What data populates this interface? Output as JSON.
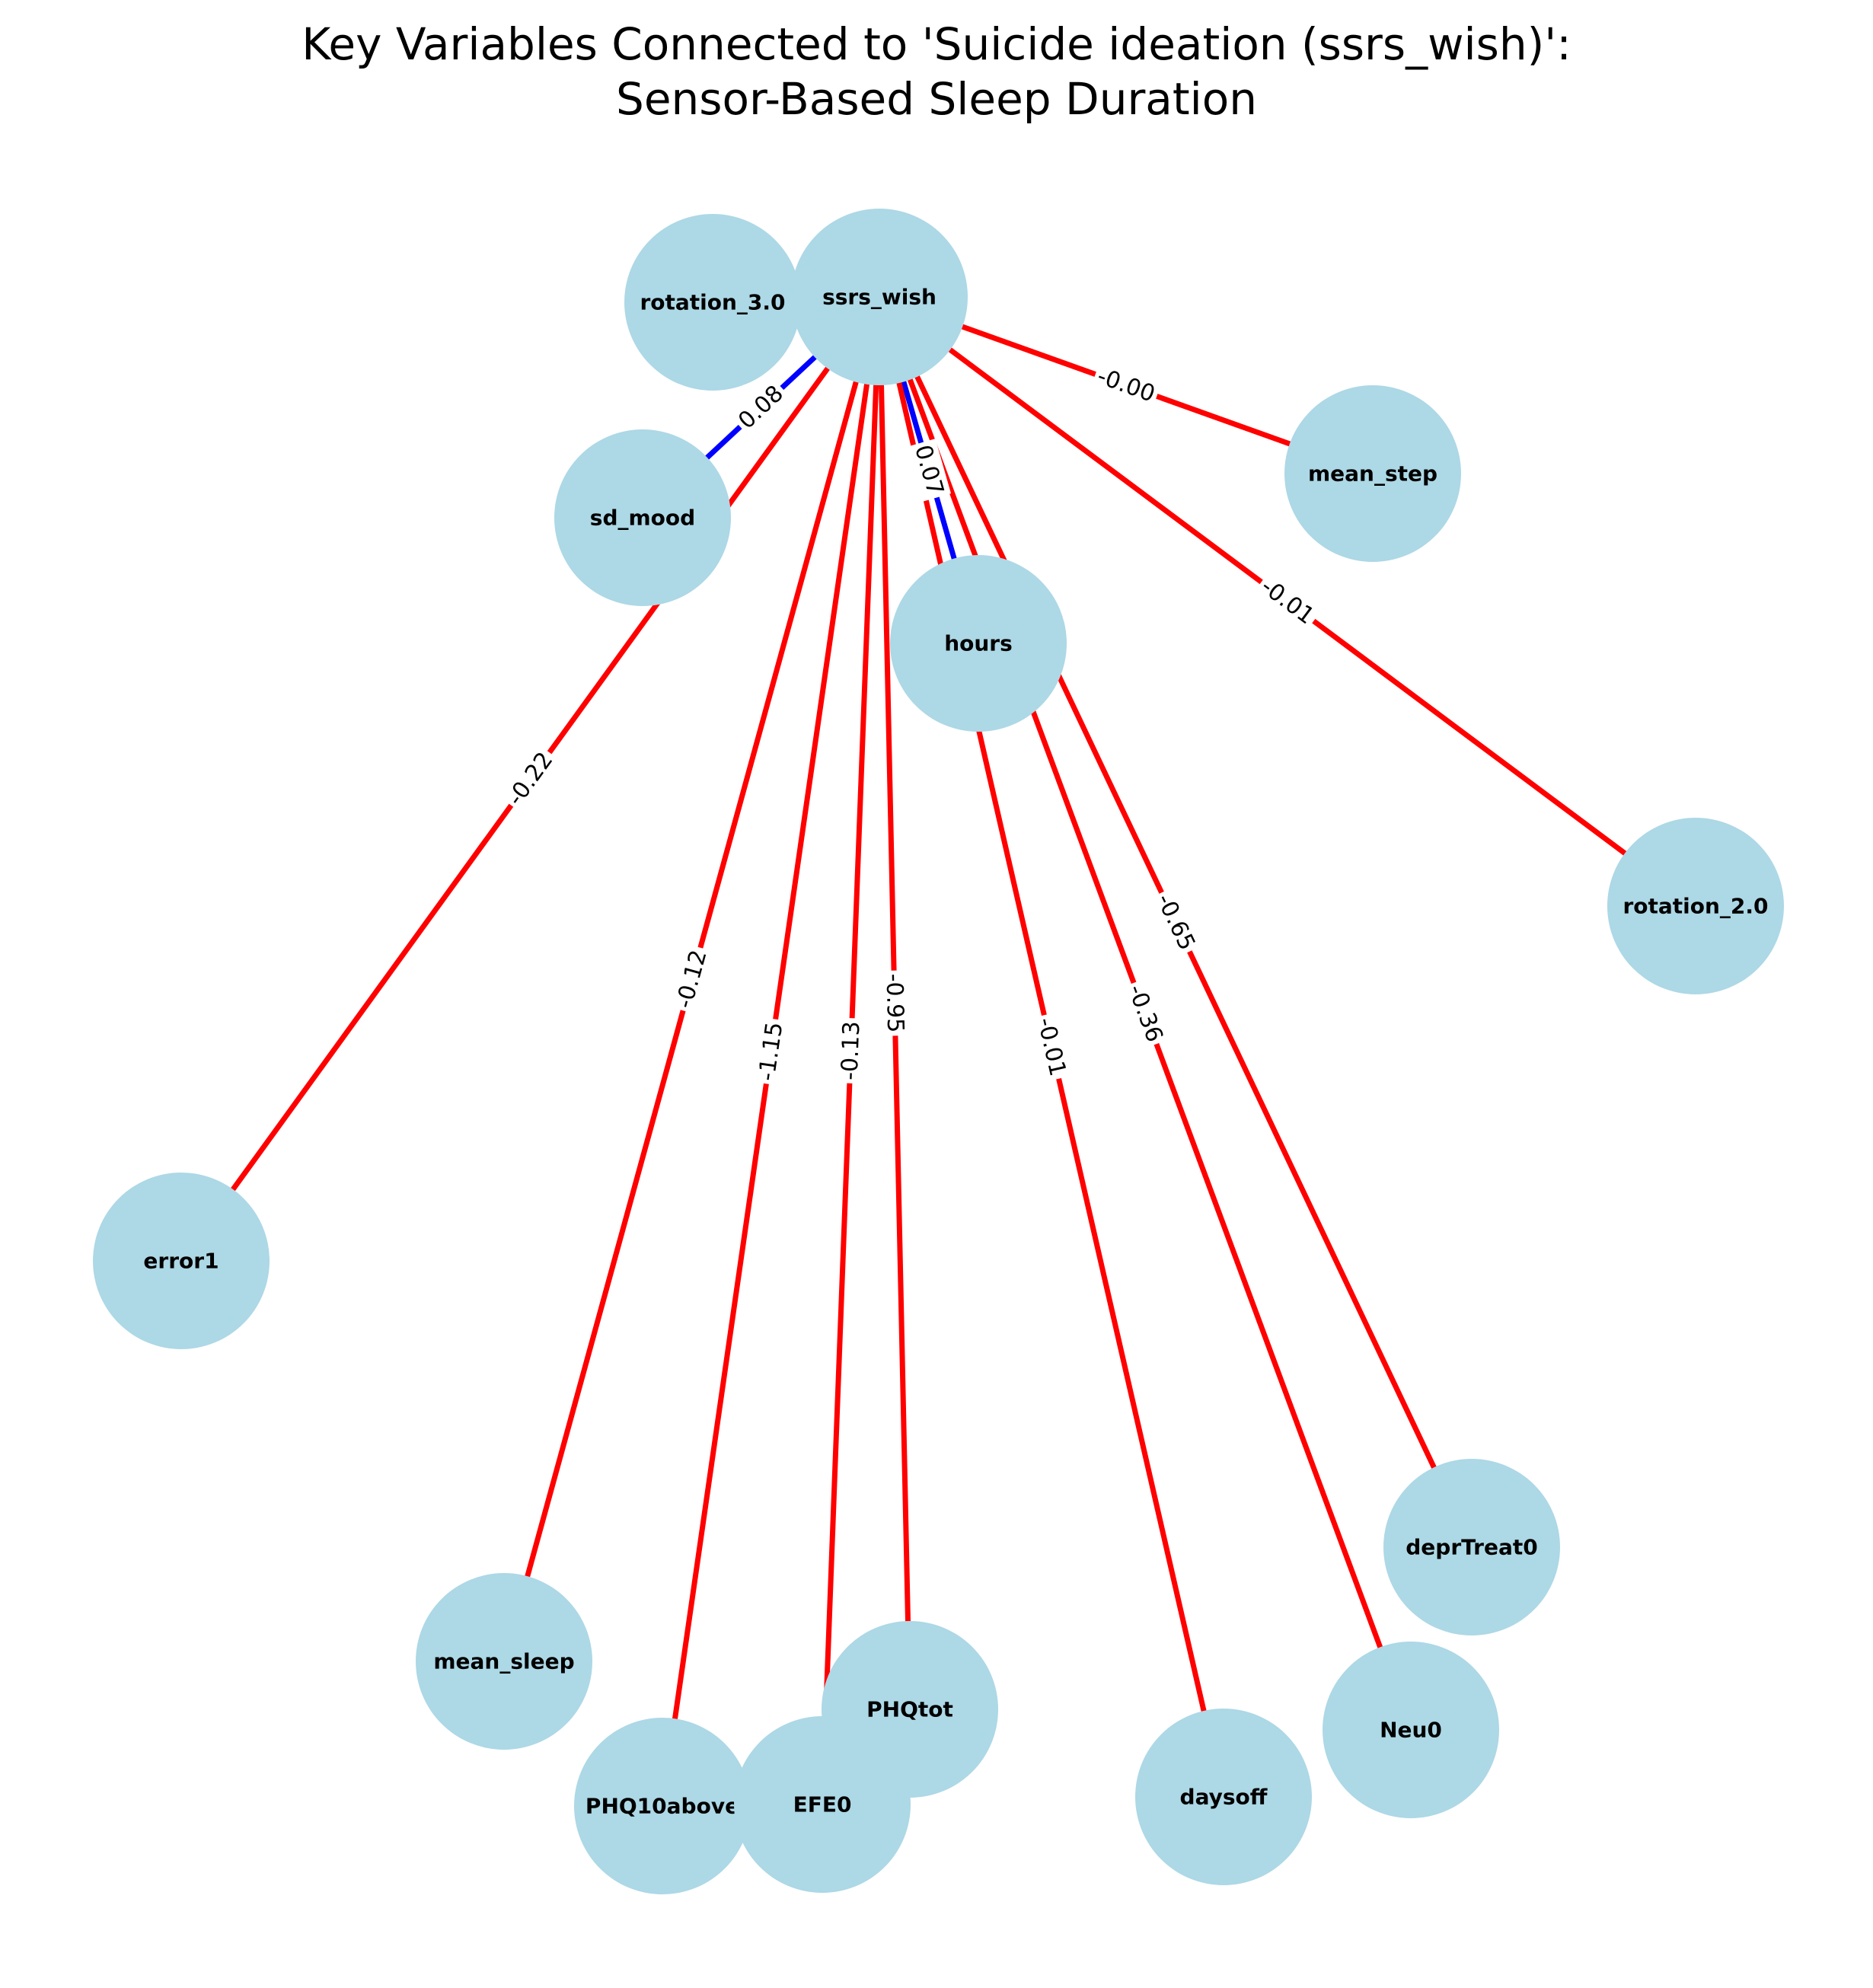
{
  "title_line1": "Key Variables Connected to 'Suicide ideation (ssrs_wish)':",
  "title_line2": "Sensor-Based Sleep Duration",
  "node_color": "#ADD8E6",
  "negative_color": "#FF0000",
  "positive_color": "#0000FF",
  "nodes": [
    {
      "id": "ssrs_wish"
    },
    {
      "id": "rotation_3.0"
    },
    {
      "id": "sd_mood"
    },
    {
      "id": "hours"
    },
    {
      "id": "mean_step"
    },
    {
      "id": "rotation_2.0"
    },
    {
      "id": "error1"
    },
    {
      "id": "mean_sleep"
    },
    {
      "id": "PHQ10above"
    },
    {
      "id": "EFE0"
    },
    {
      "id": "PHQtot"
    },
    {
      "id": "daysoff"
    },
    {
      "id": "Neu0"
    },
    {
      "id": "deprTreat0"
    }
  ],
  "edges": [
    {
      "source": "ssrs_wish",
      "target": "mean_step",
      "weight": "-0.00",
      "sign": "negative"
    },
    {
      "source": "ssrs_wish",
      "target": "rotation_2.0",
      "weight": "-0.01",
      "sign": "negative"
    },
    {
      "source": "ssrs_wish",
      "target": "sd_mood",
      "weight": "0.08",
      "sign": "positive"
    },
    {
      "source": "ssrs_wish",
      "target": "hours",
      "weight": "0.07",
      "sign": "positive"
    },
    {
      "source": "ssrs_wish",
      "target": "error1",
      "weight": "-0.22",
      "sign": "negative"
    },
    {
      "source": "ssrs_wish",
      "target": "mean_sleep",
      "weight": "-0.12",
      "sign": "negative"
    },
    {
      "source": "ssrs_wish",
      "target": "PHQ10above",
      "weight": "-1.15",
      "sign": "negative"
    },
    {
      "source": "ssrs_wish",
      "target": "EFE0",
      "weight": "-0.13",
      "sign": "negative"
    },
    {
      "source": "ssrs_wish",
      "target": "PHQtot",
      "weight": "-0.95",
      "sign": "negative"
    },
    {
      "source": "ssrs_wish",
      "target": "daysoff",
      "weight": "-0.01",
      "sign": "negative"
    },
    {
      "source": "ssrs_wish",
      "target": "Neu0",
      "weight": "-0.36",
      "sign": "negative"
    },
    {
      "source": "ssrs_wish",
      "target": "deprTreat0",
      "weight": "-0.65",
      "sign": "negative"
    }
  ]
}
